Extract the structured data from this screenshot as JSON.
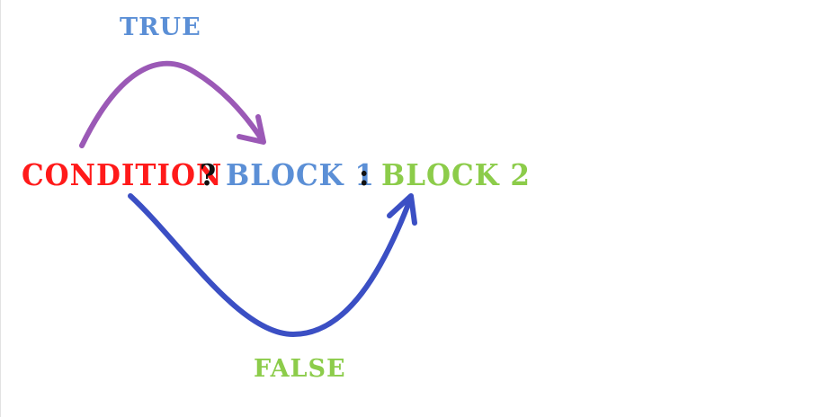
{
  "diagram": {
    "true_label": "TRUE",
    "false_label": "FALSE",
    "expression": {
      "condition": "CONDITION",
      "question": "?",
      "block1": "BLOCK 1",
      "colon": ":",
      "block2": "BLOCK 2"
    }
  },
  "colors": {
    "condition": "#ff1a1a",
    "operator": "#111111",
    "block1": "#5b8fd6",
    "block2": "#8ccc4a",
    "true_label": "#5b8fd6",
    "false_label": "#8ccc4a",
    "true_arrow": "#9b59b6",
    "false_arrow": "#3b4fc4"
  }
}
